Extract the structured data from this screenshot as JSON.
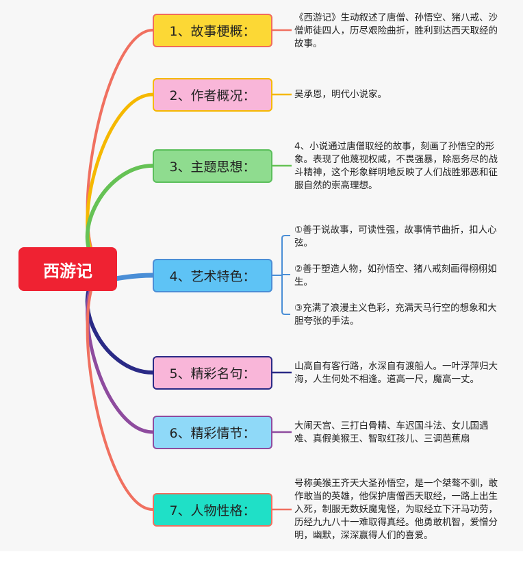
{
  "root": {
    "label": "西游记",
    "color": "#ef2232"
  },
  "branches": [
    {
      "label": "1、故事梗概：",
      "fill": "#fcd835",
      "border": "#f06c5b",
      "line": "#f07060",
      "text": "《西游记》生动叙述了唐僧、孙悟空、猪八戒、沙僧师徒四人，历尽艰险曲折，胜利到达西天取经的故事。"
    },
    {
      "label": "2、作者概况：",
      "fill": "#f9b6d9",
      "border": "#f5b800",
      "line": "#f5b800",
      "text": "吴承恩，明代小说家。"
    },
    {
      "label": "3、主题思想：",
      "fill": "#8fdc8f",
      "border": "#5bbf5b",
      "line": "#66c255",
      "text": "4、小说通过唐僧取经的故事，刻画了孙悟空的形象。表现了他蔑视权威，不畏强暴，除恶务尽的战斗精神，这个形象鲜明地反映了人们战胜邪恶和征服自然的崇高理想。"
    },
    {
      "label": "4、艺术特色：",
      "fill": "#5ec3f5",
      "border": "#4a8ed6",
      "line": "#4a8ed6",
      "items": [
        "①善于说故事，可读性强，故事情节曲折，扣人心弦。",
        "②善于塑造人物，如孙悟空、猪八戒刻画得栩栩如生。",
        "③充满了浪漫主义色彩，充满天马行空的想象和大胆夸张的手法。"
      ]
    },
    {
      "label": "5、精彩名句：",
      "fill": "#f9b6d9",
      "border": "#2a2a86",
      "line": "#2a2a86",
      "text": "山高自有客行路，水深自有渡船人。一叶浮萍归大海，人生何处不相逢。道高一尺，魔高一丈。"
    },
    {
      "label": "6、精彩情节：",
      "fill": "#8fd9f8",
      "border": "#8e4b9e",
      "line": "#8e4b9e",
      "text": "大闹天宫、三打白骨精、车迟国斗法、女儿国遇难、真假美猴王、智取红孩儿、三调芭蕉扇"
    },
    {
      "label": "7、人物性格：",
      "fill": "#1fe0c7",
      "border": "#f07060",
      "line": "#f07060",
      "text": "号称美猴王齐天大圣孙悟空，是一个桀骜不驯，敢作敢当的英雄，他保护唐僧西天取经，一路上出生入死，制服无数妖魔鬼怪，为取经立下汗马功劳，历经九九八十一难取得真经。他勇敢机智，爱憎分明，幽默，深深赢得人们的喜爱。"
    }
  ]
}
